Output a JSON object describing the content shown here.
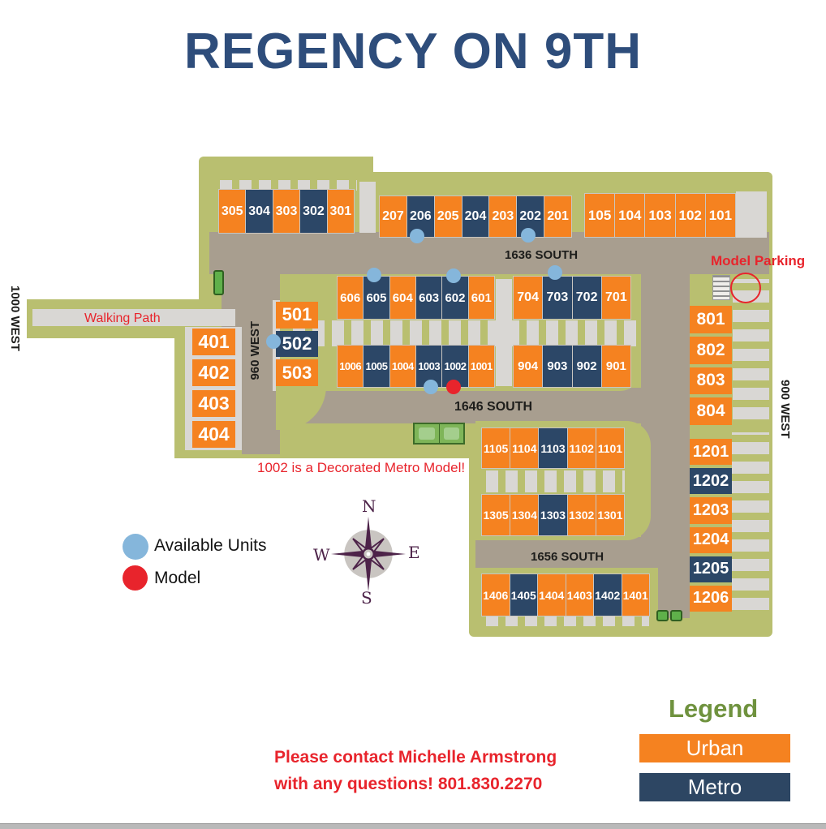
{
  "title": "REGENCY ON 9TH",
  "colors": {
    "urban": "#f58220",
    "metro": "#2c4767",
    "available_dot": "#85b6db",
    "model_dot": "#e8242c",
    "title_blue": "#2e4d7b",
    "legend_green": "#6f923e",
    "annotation_red": "#e8242c",
    "land_olive": "#b9bf70",
    "road_taupe": "#a89e8f",
    "parking_gray": "#d9d7d4",
    "compass_purple": "#4d2349"
  },
  "map": {
    "streets": {
      "s1636": "1636 SOUTH",
      "s1646": "1646 SOUTH",
      "s1656": "1656 SOUTH",
      "w1000": "1000 WEST",
      "w960": "960 WEST",
      "w900": "900 WEST"
    },
    "labels": {
      "walking_path": "Walking Path",
      "model_parking": "Model Parking",
      "note": "1002 is a Decorated Metro Model!"
    },
    "buildings": [
      {
        "id": "300",
        "units": [
          {
            "n": "305",
            "t": "urban"
          },
          {
            "n": "304",
            "t": "metro"
          },
          {
            "n": "303",
            "t": "urban"
          },
          {
            "n": "302",
            "t": "metro"
          },
          {
            "n": "301",
            "t": "urban"
          }
        ]
      },
      {
        "id": "200",
        "units": [
          {
            "n": "207",
            "t": "urban"
          },
          {
            "n": "206",
            "t": "metro"
          },
          {
            "n": "205",
            "t": "urban"
          },
          {
            "n": "204",
            "t": "metro"
          },
          {
            "n": "203",
            "t": "urban"
          },
          {
            "n": "202",
            "t": "metro"
          },
          {
            "n": "201",
            "t": "urban"
          }
        ]
      },
      {
        "id": "100",
        "units": [
          {
            "n": "105",
            "t": "urban"
          },
          {
            "n": "104",
            "t": "urban"
          },
          {
            "n": "103",
            "t": "urban"
          },
          {
            "n": "102",
            "t": "urban"
          },
          {
            "n": "101",
            "t": "urban"
          }
        ]
      },
      {
        "id": "600",
        "units": [
          {
            "n": "606",
            "t": "urban"
          },
          {
            "n": "605",
            "t": "metro"
          },
          {
            "n": "604",
            "t": "urban"
          },
          {
            "n": "603",
            "t": "metro"
          },
          {
            "n": "602",
            "t": "metro"
          },
          {
            "n": "601",
            "t": "urban"
          }
        ]
      },
      {
        "id": "700",
        "units": [
          {
            "n": "704",
            "t": "urban"
          },
          {
            "n": "703",
            "t": "metro"
          },
          {
            "n": "702",
            "t": "metro"
          },
          {
            "n": "701",
            "t": "urban"
          }
        ]
      },
      {
        "id": "500",
        "units": [
          {
            "n": "501",
            "t": "urban"
          },
          {
            "n": "502",
            "t": "metro"
          },
          {
            "n": "503",
            "t": "urban"
          }
        ]
      },
      {
        "id": "400",
        "units": [
          {
            "n": "401",
            "t": "urban"
          },
          {
            "n": "402",
            "t": "urban"
          },
          {
            "n": "403",
            "t": "urban"
          },
          {
            "n": "404",
            "t": "urban"
          }
        ]
      },
      {
        "id": "1000",
        "units": [
          {
            "n": "1006",
            "t": "urban"
          },
          {
            "n": "1005",
            "t": "metro"
          },
          {
            "n": "1004",
            "t": "urban"
          },
          {
            "n": "1003",
            "t": "metro"
          },
          {
            "n": "1002",
            "t": "metro"
          },
          {
            "n": "1001",
            "t": "urban"
          }
        ]
      },
      {
        "id": "900",
        "units": [
          {
            "n": "904",
            "t": "urban"
          },
          {
            "n": "903",
            "t": "metro"
          },
          {
            "n": "902",
            "t": "metro"
          },
          {
            "n": "901",
            "t": "urban"
          }
        ]
      },
      {
        "id": "800",
        "units": [
          {
            "n": "801",
            "t": "urban"
          },
          {
            "n": "802",
            "t": "urban"
          },
          {
            "n": "803",
            "t": "urban"
          },
          {
            "n": "804",
            "t": "urban"
          }
        ]
      },
      {
        "id": "1100",
        "units": [
          {
            "n": "1105",
            "t": "urban"
          },
          {
            "n": "1104",
            "t": "urban"
          },
          {
            "n": "1103",
            "t": "metro"
          },
          {
            "n": "1102",
            "t": "urban"
          },
          {
            "n": "1101",
            "t": "urban"
          }
        ]
      },
      {
        "id": "1300",
        "units": [
          {
            "n": "1305",
            "t": "urban"
          },
          {
            "n": "1304",
            "t": "urban"
          },
          {
            "n": "1303",
            "t": "metro"
          },
          {
            "n": "1302",
            "t": "urban"
          },
          {
            "n": "1301",
            "t": "urban"
          }
        ]
      },
      {
        "id": "1200",
        "units": [
          {
            "n": "1201",
            "t": "urban"
          },
          {
            "n": "1202",
            "t": "metro"
          },
          {
            "n": "1203",
            "t": "urban"
          },
          {
            "n": "1204",
            "t": "urban"
          },
          {
            "n": "1205",
            "t": "metro"
          },
          {
            "n": "1206",
            "t": "urban"
          }
        ]
      },
      {
        "id": "1400",
        "units": [
          {
            "n": "1406",
            "t": "urban"
          },
          {
            "n": "1405",
            "t": "metro"
          },
          {
            "n": "1404",
            "t": "urban"
          },
          {
            "n": "1403",
            "t": "urban"
          },
          {
            "n": "1402",
            "t": "metro"
          },
          {
            "n": "1401",
            "t": "urban"
          }
        ]
      }
    ],
    "available_units": [
      "206",
      "202",
      "605",
      "602",
      "703",
      "502",
      "1003"
    ],
    "model_unit": "1002"
  },
  "map_key": {
    "available": "Available Units",
    "model": "Model"
  },
  "compass": {
    "n": "N",
    "e": "E",
    "s": "S",
    "w": "W"
  },
  "legend": {
    "title": "Legend",
    "items": [
      {
        "label": "Urban",
        "type": "urban"
      },
      {
        "label": "Metro",
        "type": "metro"
      }
    ]
  },
  "contact": {
    "line1": "Please contact Michelle Armstrong",
    "line2": "with any questions! 801.830.2270"
  }
}
